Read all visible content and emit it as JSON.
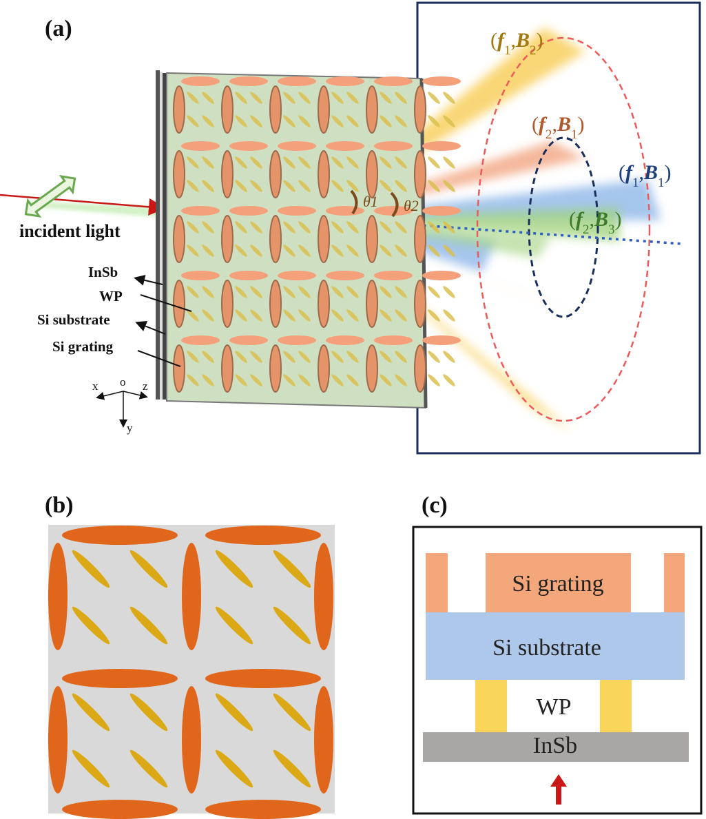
{
  "panels": {
    "a": "(a)",
    "b": "(b)",
    "c": "(c)"
  },
  "panel_a": {
    "incident_light": "incident light",
    "layers": [
      "InSb",
      "WP",
      "Si substrate",
      "Si grating"
    ],
    "angles": {
      "theta1": "θ1",
      "theta2": "θ2"
    },
    "beams": [
      {
        "f": "f",
        "f_sub": "1",
        "B": "B",
        "B_sub": "2",
        "color": "#a07a10"
      },
      {
        "f": "f",
        "f_sub": "2",
        "B": "B",
        "B_sub": "1",
        "color": "#b0582a"
      },
      {
        "f": "f",
        "f_sub": "1",
        "B": "B",
        "B_sub": "1",
        "color": "#1f3f7a"
      },
      {
        "f": "f",
        "f_sub": "2",
        "B": "B",
        "B_sub": "3",
        "color": "#3a7a2a"
      }
    ],
    "axes": {
      "x": "x",
      "o": "o",
      "z": "z",
      "y": "y"
    }
  },
  "panel_c": {
    "layers": [
      "Si grating",
      "Si substrate",
      "WP",
      "InSb"
    ]
  },
  "colors": {
    "grating": "#f4a77a",
    "substrate": "#aec8ec",
    "wp": "#f9d55a",
    "insb": "#a9a6a6",
    "ellipse_orange": "#e0661c",
    "ellipse_gold": "#dba915",
    "metasurface_bg": "#cfe0c2",
    "screen_border": "#1a2e5c"
  }
}
